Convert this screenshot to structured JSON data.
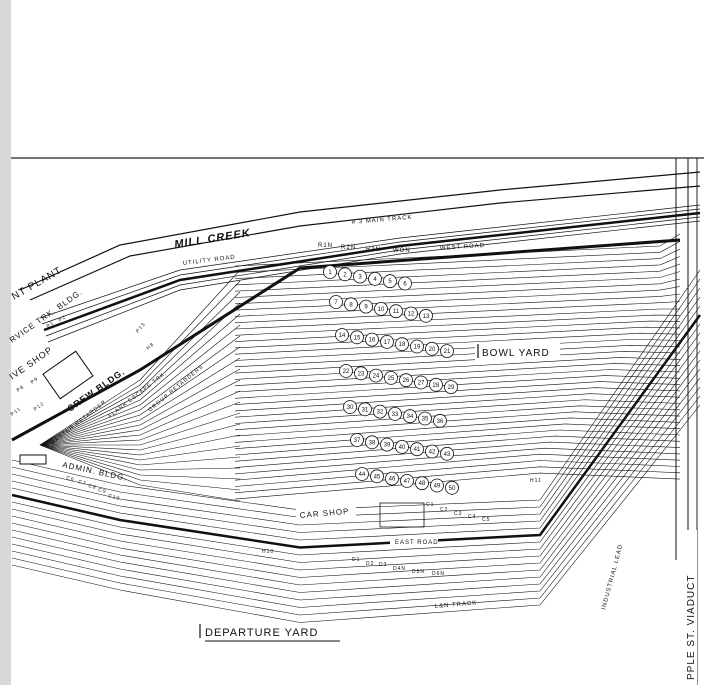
{
  "labels": {
    "mill_creek": "MILL CREEK",
    "main_track": "# 3  MAIN TRACK",
    "utility_road": "UTILITY ROAD",
    "west_road": "WEST ROAD",
    "r1n": "R1N",
    "r2n": "R2N",
    "r3n": "R3N",
    "won": "WON",
    "plant": "NT PLANT",
    "service_trk": "RVICE TRK. BLDG.",
    "ive_shop": "IVE SHOP",
    "crew_bldg": "CREW BLDG.",
    "master_retarder": "MASTER RETARDER",
    "flank_escape": "FLANK ESCAPE TRK.",
    "group_retarders": "GROUP RETARDERS",
    "admin_bldg": "ADMIN. BLDG.",
    "bowl_yard": "BOWL YARD",
    "car_shop": "CAR SHOP",
    "east_road": "EAST ROAD",
    "lbn_track": "L&N TRACK",
    "industrial_lead": "INDUSTRIAL LEAD",
    "viaduct": "PPLE ST. VIADUCT",
    "departure_yard": "DEPARTURE YARD",
    "p1": "P1",
    "p2": "P2",
    "p8": "P8",
    "p9": "P9",
    "p11": "P11",
    "p12": "P12",
    "p13": "P13",
    "h8": "H8",
    "h10": "H10",
    "h11": "H11",
    "c1": "C1",
    "c2": "C2",
    "c3": "C3",
    "c4": "C4",
    "c5": "C5",
    "c6": "C6",
    "c7": "C7",
    "c8": "C8",
    "c9": "C9",
    "c10": "C10",
    "d1": "D1",
    "d2": "D2",
    "d3": "D3",
    "d4n": "D4N",
    "d5n": "D5N",
    "d6n": "D6N"
  },
  "bubble_rows": [
    [
      "1",
      "2",
      "3",
      "4",
      "5",
      "6"
    ],
    [
      "7",
      "8",
      "9",
      "10",
      "11",
      "12",
      "13"
    ],
    [
      "14",
      "15",
      "16",
      "17",
      "18",
      "19",
      "20",
      "21"
    ],
    [
      "22",
      "23",
      "24",
      "25",
      "26",
      "27",
      "28",
      "29"
    ],
    [
      "30",
      "31",
      "32",
      "33",
      "34",
      "35",
      "36"
    ],
    [
      "37",
      "38",
      "39",
      "40",
      "41",
      "42",
      "43"
    ],
    [
      "44",
      "45",
      "46",
      "47",
      "48",
      "49",
      "50"
    ]
  ]
}
